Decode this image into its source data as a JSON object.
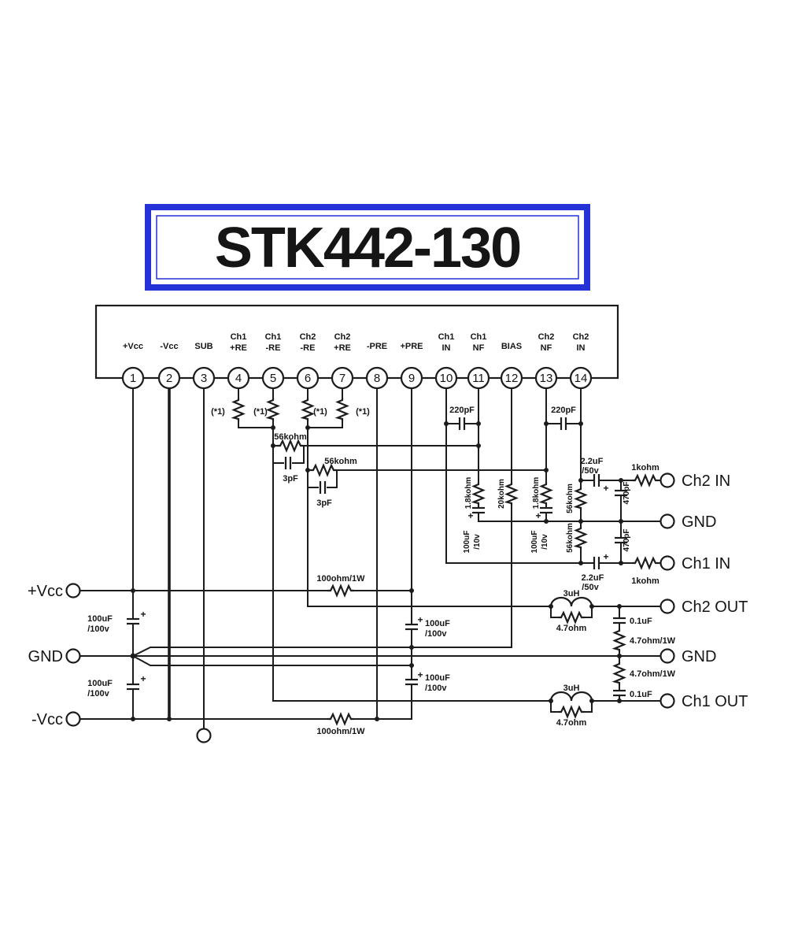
{
  "title": "STK442-130",
  "colors": {
    "title_text": "#ee0000",
    "title_border": "#2432d8",
    "ink": "#1c1c1c"
  },
  "ic": {
    "pins": [
      {
        "num": "1",
        "l1": "+Vcc",
        "l2": ""
      },
      {
        "num": "2",
        "l1": "-Vcc",
        "l2": ""
      },
      {
        "num": "3",
        "l1": "SUB",
        "l2": ""
      },
      {
        "num": "4",
        "l1": "Ch1",
        "l2": "+RE"
      },
      {
        "num": "5",
        "l1": "Ch1",
        "l2": "-RE"
      },
      {
        "num": "6",
        "l1": "Ch2",
        "l2": "-RE"
      },
      {
        "num": "7",
        "l1": "Ch2",
        "l2": "+RE"
      },
      {
        "num": "8",
        "l1": "-PRE",
        "l2": ""
      },
      {
        "num": "9",
        "l1": "+PRE",
        "l2": ""
      },
      {
        "num": "10",
        "l1": "Ch1",
        "l2": "IN"
      },
      {
        "num": "11",
        "l1": "Ch1",
        "l2": "NF"
      },
      {
        "num": "12",
        "l1": "BIAS",
        "l2": ""
      },
      {
        "num": "13",
        "l1": "Ch2",
        "l2": "NF"
      },
      {
        "num": "14",
        "l1": "Ch2",
        "l2": "IN"
      }
    ]
  },
  "terminals": {
    "vcc_pos": "+Vcc",
    "gnd": "GND",
    "vcc_neg": "-Vcc",
    "ch2_in": "Ch2 IN",
    "ch1_in": "Ch1 IN",
    "ch2_out": "Ch2 OUT",
    "ch1_out": "Ch1 OUT"
  },
  "labels": {
    "note": "(*1)",
    "r56k": "56kohm",
    "c3p": "3pF",
    "c220p": "220pF",
    "r1k8": "1.8kohm",
    "r20k": "20kohm",
    "c100u": "100uF",
    "v10": "/10v",
    "v100": "/100v",
    "c2u2": "2.2uF",
    "v50": "/50v",
    "r1k": "1kohm",
    "c470p": "470pF",
    "r100": "100ohm/1W",
    "l3u": "3uH",
    "r4_7": "4.7ohm",
    "c0_1": "0.1uF",
    "r4_7w": "4.7ohm/1W",
    "plus": "+"
  }
}
